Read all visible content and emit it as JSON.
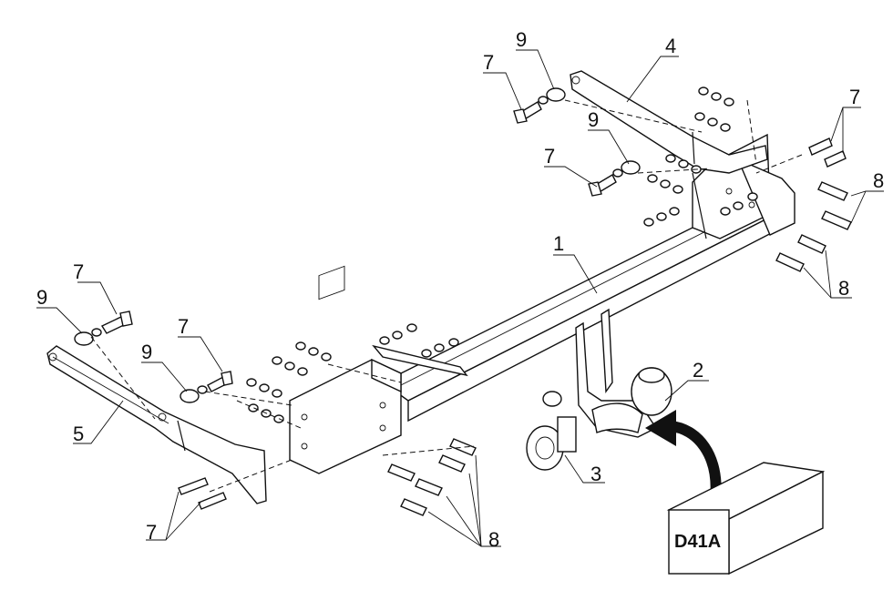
{
  "callouts": {
    "c1": "1",
    "c2": "2",
    "c3": "3",
    "c4": "4",
    "c5": "5",
    "c7a": "7",
    "c7b": "7",
    "c7c": "7",
    "c7d": "7",
    "c7e": "7",
    "c7f": "7",
    "c8a": "8",
    "c8b": "8",
    "c8c": "8",
    "c9a": "9",
    "c9b": "9",
    "c9c": "9",
    "c9d": "9"
  },
  "module_box": {
    "label": "D41A"
  }
}
